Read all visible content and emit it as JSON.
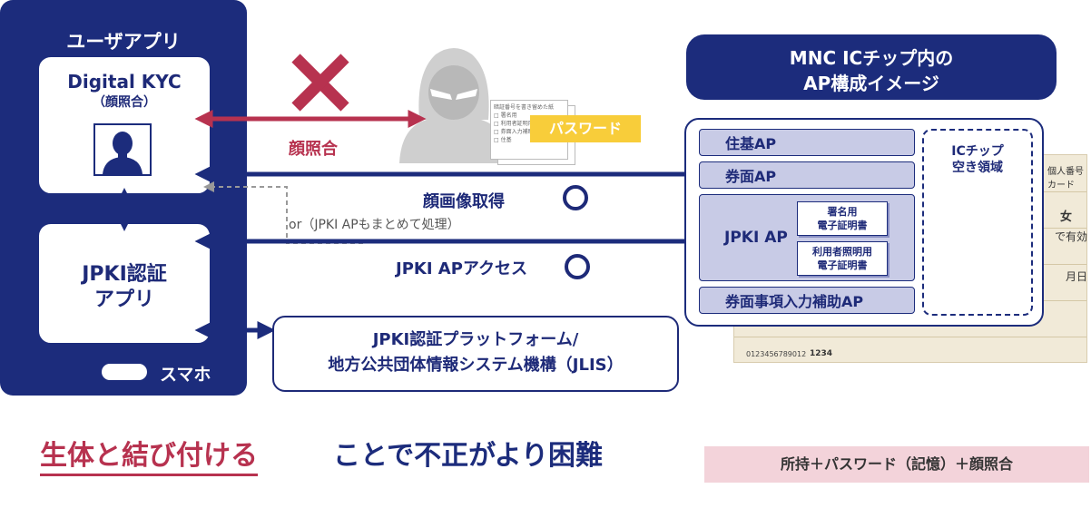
{
  "phone": {
    "title": "ユーザアプリ",
    "kyc_title": "Digital KYC",
    "kyc_subtitle": "（顔照合）",
    "jpki_line1": "JPKI認証",
    "jpki_line2": "アプリ",
    "device_label": "スマホ"
  },
  "attack": {
    "password_badge": "パスワード",
    "face_match_label": "顔照合",
    "paper_lines": [
      "暗証番号を書き留めた紙",
      "□ 署名用",
      "□ 利用者証明用",
      "□ 券面入力補助用",
      "□ 住基"
    ]
  },
  "flows": {
    "face_image_label": "顔画像取得",
    "or_note": "or（JPKI APもまとめて処理）",
    "jpki_access_label": "JPKI APアクセス"
  },
  "platform": {
    "line1": "JPKI認証プラットフォーム/",
    "line2": "地方公共団体情報システム機構（JLIS）"
  },
  "mnc": {
    "title_line1": "MNC ICチップ内の",
    "title_line2": "AP構成イメージ",
    "ap_jyuki": "住基AP",
    "ap_kenmen": "券面AP",
    "ap_jpki": "JPKI AP",
    "cert_sign_l1": "署名用",
    "cert_sign_l2": "電子証明書",
    "cert_user_l1": "利用者照明用",
    "cert_user_l2": "電子証明書",
    "ap_hojo": "券面事項入力補助AP",
    "free_l1": "ICチップ",
    "free_l2": "空き領域"
  },
  "card": {
    "text1": "個人番号",
    "text1b": "カード",
    "text2": "女",
    "text3": "で有効",
    "text4": "月日",
    "num1": "0123456789012",
    "num2": "1234"
  },
  "bottom": {
    "highlight": "生体と結び付ける",
    "rest": "ことで不正がより困難",
    "formula": "所持＋パスワード（記憶）＋顔照合"
  },
  "colors": {
    "navy": "#1c2c7c",
    "crimson": "#b7324f",
    "lavender": "#c8cbe6",
    "pink": "#f3d3da",
    "yellow": "#f8cd3a"
  }
}
